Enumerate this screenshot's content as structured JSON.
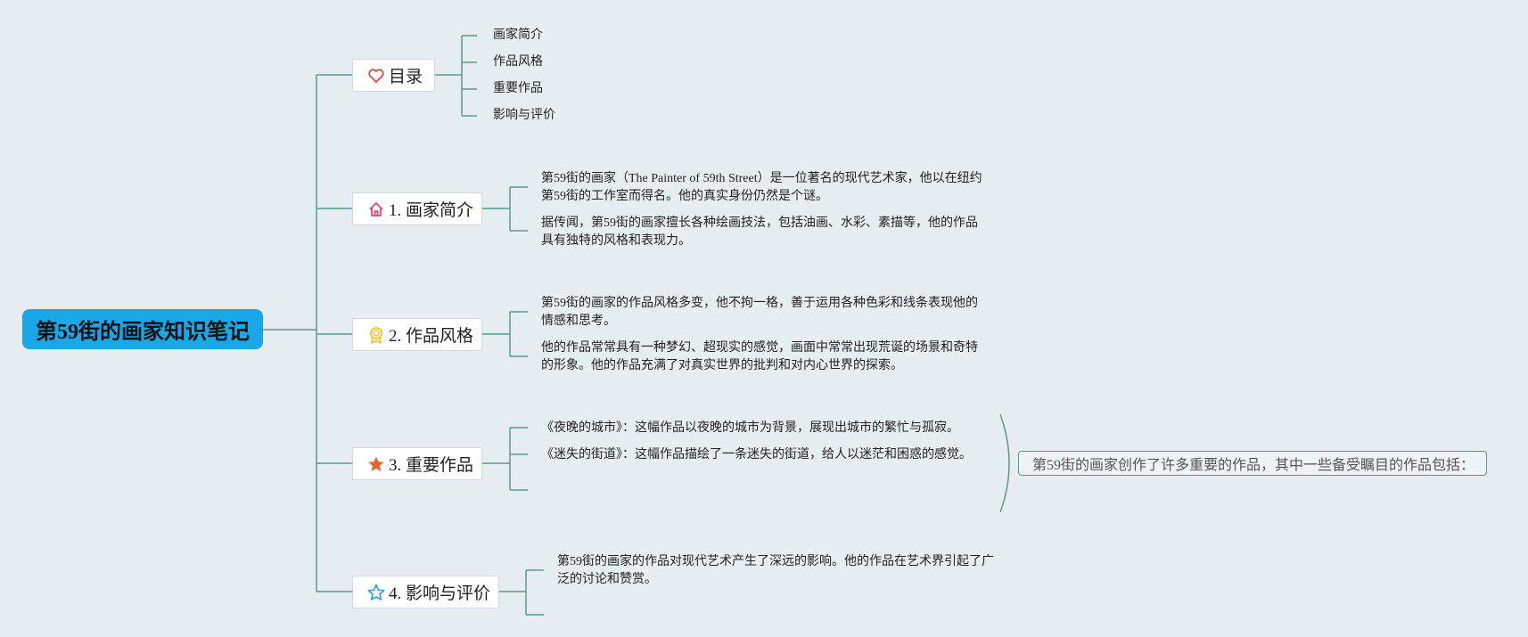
{
  "root": {
    "title": "第59街的画家知识笔记"
  },
  "branches": [
    {
      "label": "目录",
      "icon": "heart-icon",
      "children": [
        "画家简介",
        "作品风格",
        "重要作品",
        "影响与评价"
      ]
    },
    {
      "label": "1. 画家简介",
      "icon": "house-icon",
      "children": [
        "第59街的画家（The Painter of 59th Street）是一位著名的现代艺术家，他以在纽约第59街的工作室而得名。他的真实身份仍然是个谜。",
        "据传闻，第59街的画家擅长各种绘画技法，包括油画、水彩、素描等，他的作品具有独特的风格和表现力。"
      ]
    },
    {
      "label": "2. 作品风格",
      "icon": "award-icon",
      "children": [
        "第59街的画家的作品风格多变，他不拘一格，善于运用各种色彩和线条表现他的情感和思考。",
        "他的作品常常具有一种梦幻、超现实的感觉，画面中常常出现荒诞的场景和奇特的形象。他的作品充满了对真实世界的批判和对内心世界的探索。"
      ]
    },
    {
      "label": "3. 重要作品",
      "icon": "star-filled-icon",
      "children": [
        "《夜晚的城市》：这幅作品以夜晚的城市为背景，展现出城市的繁忙与孤寂。",
        "《迷失的街道》：这幅作品描绘了一条迷失的街道，给人以迷茫和困惑的感觉。"
      ],
      "note": "第59街的画家创作了许多重要的作品，其中一些备受瞩目的作品包括："
    },
    {
      "label": "4. 影响与评价",
      "icon": "star-outline-icon",
      "children": [
        "第59街的画家的作品对现代艺术产生了深远的影响。他的作品在艺术界引起了广泛的讨论和赞赏。"
      ]
    }
  ],
  "colors": {
    "background": "#e6eef2",
    "root": "#1aa7e8",
    "connector": "#5b9a8b",
    "heart": "#d94b3a",
    "house": "#e0457b",
    "award": "#f2c12e",
    "star_filled": "#e8622c",
    "star_outline": "#2aa0d8"
  }
}
